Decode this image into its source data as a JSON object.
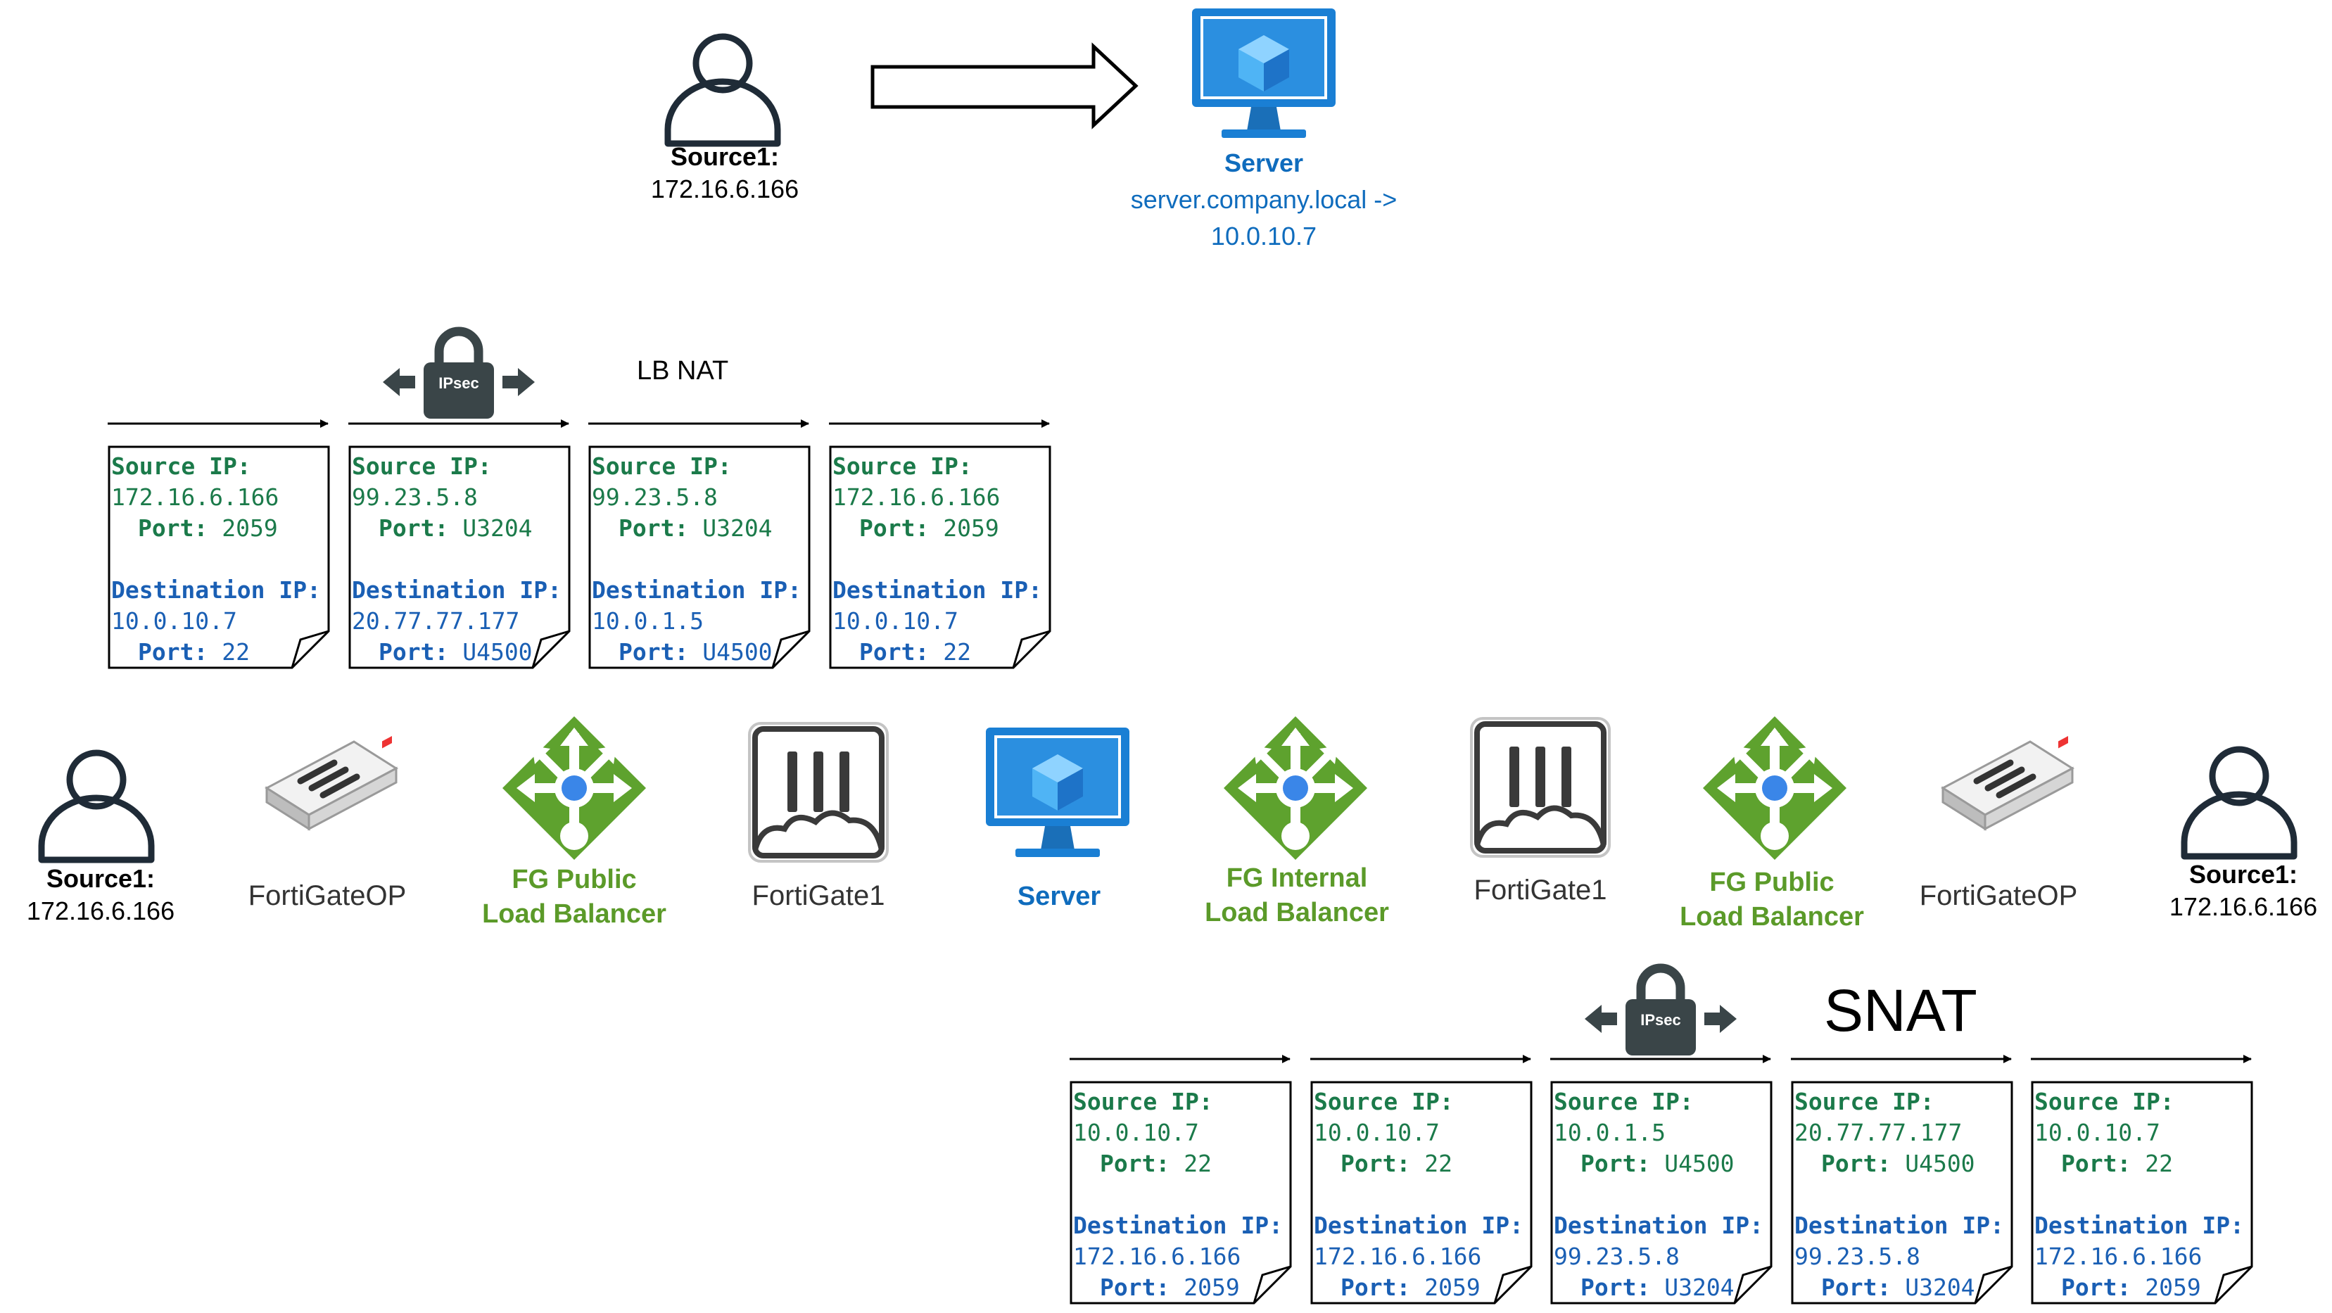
{
  "top": {
    "source": {
      "name": "Source1:",
      "ip": "172.16.6.166"
    },
    "server": {
      "name": "Server",
      "fqdn": "server.company.local ->",
      "ip": "10.0.10.7"
    }
  },
  "labels": {
    "lb_nat": "LB NAT",
    "snat": "SNAT",
    "ipsec": "IPsec"
  },
  "nodes": [
    {
      "kind": "user",
      "name": "Source1:",
      "sub": "172.16.6.166"
    },
    {
      "kind": "appliance",
      "name": "FortiGateOP"
    },
    {
      "kind": "load-balancer",
      "name": "FG Public",
      "sub": "Load Balancer"
    },
    {
      "kind": "fortigate",
      "name": "FortiGate1"
    },
    {
      "kind": "server",
      "name": "Server"
    },
    {
      "kind": "load-balancer",
      "name": "FG Internal",
      "sub": "Load Balancer"
    },
    {
      "kind": "fortigate",
      "name": "FortiGate1"
    },
    {
      "kind": "load-balancer",
      "name": "FG Public",
      "sub": "Load Balancer"
    },
    {
      "kind": "appliance",
      "name": "FortiGateOP"
    },
    {
      "kind": "user",
      "name": "Source1:",
      "sub": "172.16.6.166"
    }
  ],
  "forward_packets": [
    {
      "src_label": "Source IP:",
      "src_ip": "172.16.6.166",
      "src_port": "Port: 2059",
      "dst_label": "Destination IP:",
      "dst_ip": "10.0.10.7",
      "dst_port": "Port: 22"
    },
    {
      "src_label": "Source IP:",
      "src_ip": "99.23.5.8",
      "src_port": "Port: U3204",
      "dst_label": "Destination IP:",
      "dst_ip": "20.77.77.177",
      "dst_port": "Port: U4500"
    },
    {
      "src_label": "Source IP:",
      "src_ip": "99.23.5.8",
      "src_port": "Port: U3204",
      "dst_label": "Destination IP:",
      "dst_ip": "10.0.1.5",
      "dst_port": "Port: U4500"
    },
    {
      "src_label": "Source IP:",
      "src_ip": "172.16.6.166",
      "src_port": "Port: 2059",
      "dst_label": "Destination IP:",
      "dst_ip": "10.0.10.7",
      "dst_port": "Port: 22"
    }
  ],
  "return_packets": [
    {
      "src_label": "Source IP:",
      "src_ip": "10.0.10.7",
      "src_port": "Port: 22",
      "dst_label": "Destination IP:",
      "dst_ip": "172.16.6.166",
      "dst_port": "Port: 2059"
    },
    {
      "src_label": "Source IP:",
      "src_ip": "10.0.10.7",
      "src_port": "Port: 22",
      "dst_label": "Destination IP:",
      "dst_ip": "172.16.6.166",
      "dst_port": "Port: 2059"
    },
    {
      "src_label": "Source IP:",
      "src_ip": "10.0.1.5",
      "src_port": "Port: U4500",
      "dst_label": "Destination IP:",
      "dst_ip": "99.23.5.8",
      "dst_port": "Port: U3204"
    },
    {
      "src_label": "Source IP:",
      "src_ip": "20.77.77.177",
      "src_port": "Port: U4500",
      "dst_label": "Destination IP:",
      "dst_ip": "99.23.5.8",
      "dst_port": "Port: U3204"
    },
    {
      "src_label": "Source IP:",
      "src_ip": "10.0.10.7",
      "src_port": "Port: 22",
      "dst_label": "Destination IP:",
      "dst_ip": "172.16.6.166",
      "dst_port": "Port: 2059"
    }
  ],
  "colors": {
    "azure_blue": "#0f6cbd",
    "lb_green": "#5ea22e",
    "packet_green": "#1b7a4a",
    "packet_blue": "#1a5fb4",
    "lock_gray": "#3a4548"
  }
}
